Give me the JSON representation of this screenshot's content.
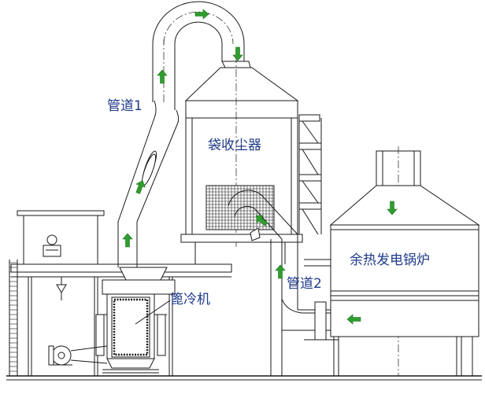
{
  "labels": {
    "duct1": "管道1",
    "baghouse": "袋收尘器",
    "duct2": "管道2",
    "boiler": "余热发电锅炉",
    "cooler": "篦冷机"
  },
  "colors": {
    "label": "#1f3a8a",
    "arrow_fill": "#2e9e2e",
    "line": "#1a1a1a"
  },
  "icons": [
    "flow-arrow-icon"
  ]
}
